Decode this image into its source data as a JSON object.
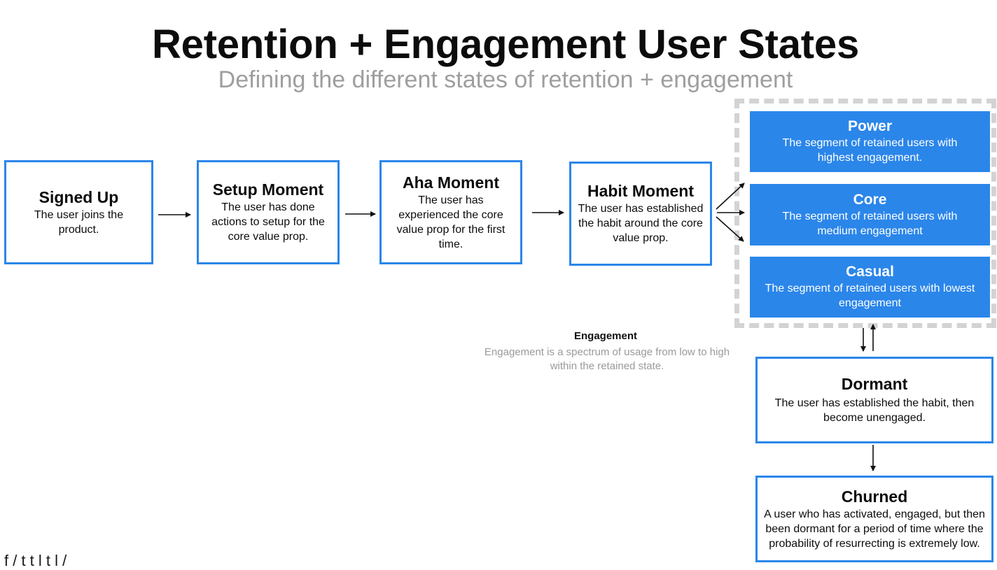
{
  "header": {
    "title": "Retention + Engagement User States",
    "subtitle": "Defining the different states of retention + engagement"
  },
  "states": {
    "signed_up": {
      "title": "Signed Up",
      "desc": "The user joins the product."
    },
    "setup": {
      "title": "Setup Moment",
      "desc": "The user has done actions to setup for the core value prop."
    },
    "aha": {
      "title": "Aha Moment",
      "desc": "The user has experienced the core value prop for the first time."
    },
    "habit": {
      "title": "Habit Moment",
      "desc": "The user has established the habit around the core value prop."
    },
    "dormant": {
      "title": "Dormant",
      "desc": "The user has established the habit, then become unengaged."
    },
    "churned": {
      "title": "Churned",
      "desc": "A user who has activated, engaged, but then been dormant for a period of time where the probability of resurrecting is extremely low."
    }
  },
  "segments": {
    "power": {
      "title": "Power",
      "desc": "The segment of retained users with highest engagement."
    },
    "core": {
      "title": "Core",
      "desc": "The segment of retained users with medium engagement"
    },
    "casual": {
      "title": "Casual",
      "desc": "The segment of retained users with lowest engagement"
    }
  },
  "engagement_note": {
    "title": "Engagement",
    "text": "Engagement is a spectrum of usage from low to high within the retained state."
  },
  "footer": {
    "text": "f                   /  t  t  l                                  t        l   /"
  },
  "colors": {
    "accent": "#2b86ea",
    "dashed_border": "#d3d3d3",
    "subtitle": "#9e9e9e"
  }
}
